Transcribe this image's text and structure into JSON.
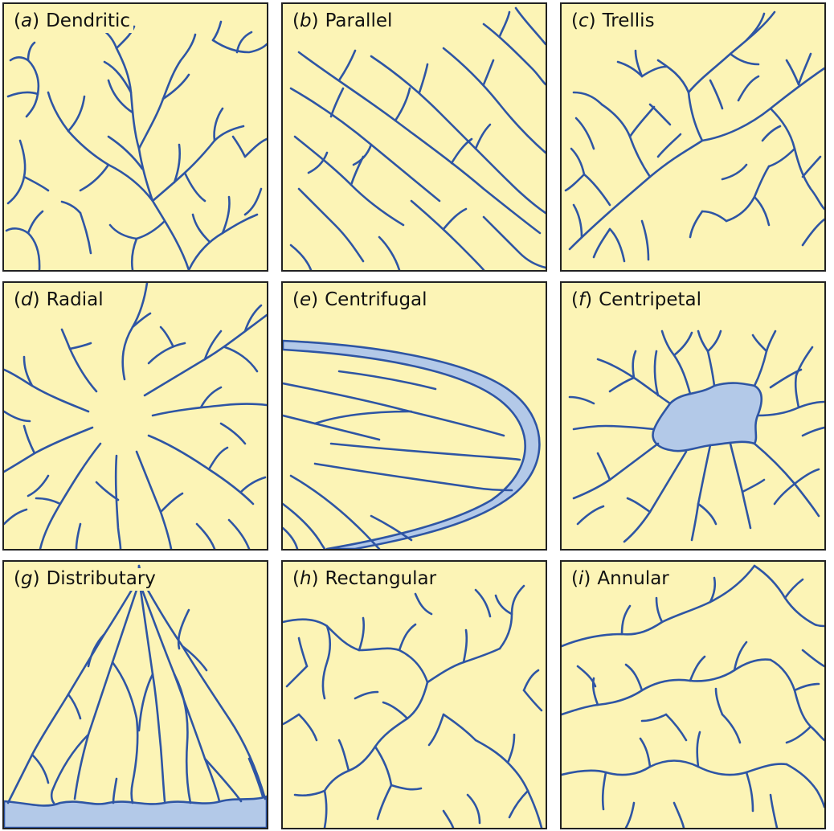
{
  "colors": {
    "panel_background": "#fcf4b6",
    "stream": "#2e55a4",
    "water_fill": "#b3c9e8",
    "border": "#222222"
  },
  "panels": [
    {
      "letter": "a",
      "name": "Dendritic"
    },
    {
      "letter": "b",
      "name": "Parallel"
    },
    {
      "letter": "c",
      "name": "Trellis"
    },
    {
      "letter": "d",
      "name": "Radial"
    },
    {
      "letter": "e",
      "name": "Centrifugal"
    },
    {
      "letter": "f",
      "name": "Centripetal"
    },
    {
      "letter": "g",
      "name": "Distributary"
    },
    {
      "letter": "h",
      "name": "Rectangular"
    },
    {
      "letter": "i",
      "name": "Annular"
    }
  ]
}
